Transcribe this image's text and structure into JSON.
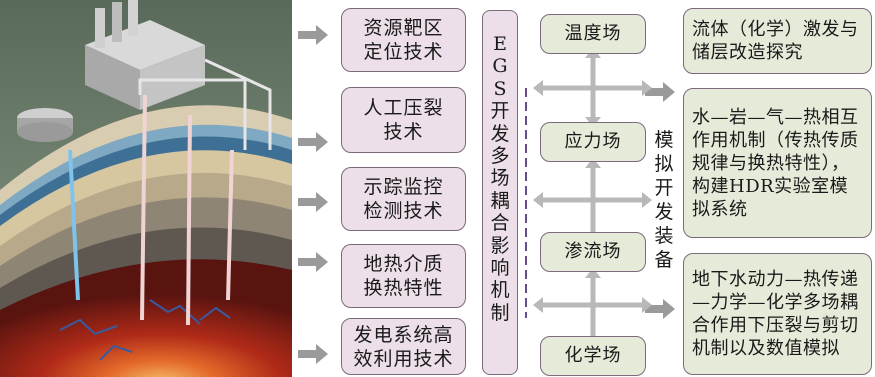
{
  "technologies": [
    "资源靶区定位技术",
    "人工压裂技术",
    "示踪监控检测技术",
    "地热介质换热特性",
    "发电系统高效利用技术"
  ],
  "central_label": "EGS开发多场耦合影响机制",
  "fields": [
    "温度场",
    "应力场",
    "渗流场",
    "化学场"
  ],
  "simulation_label": "模拟开发装备",
  "results": [
    "流体（化学）激发与储层改造探究",
    "水—岩—气—热相互作用机制（传热传质规律与换热特性），构建HDR实验室模拟系统",
    "地下水动力—热传递—力学—化学多场耦合作用下压裂与剪切机制以及数值模拟"
  ],
  "colors": {
    "tech_box": "#ecdfe9",
    "field_box": "#e6ebd9",
    "result_box": "#e6ebd9",
    "arrow": "#9a9a9a",
    "dashed_line": "#6a4a8a"
  }
}
